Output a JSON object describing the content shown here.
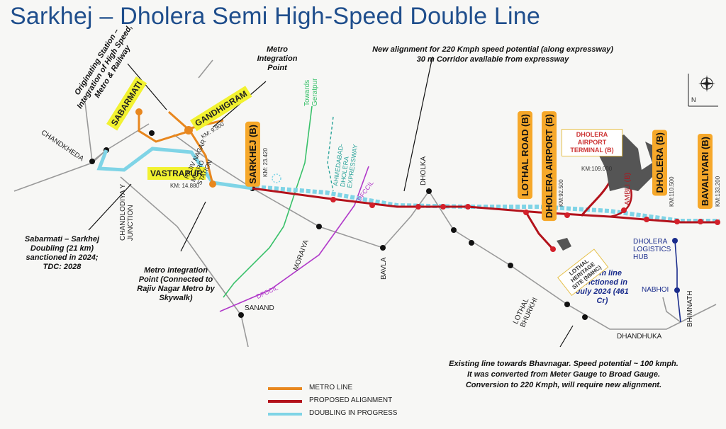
{
  "title": "Sarkhej – Dholera Semi High-Speed Double Line",
  "notes": {
    "originating": "Originating Station – Integration of High Speed, Metro & Railway",
    "metro_integration_top": "Metro Integration Point",
    "new_alignment_1": "New alignment for 220 Kmph speed potential (along expressway)",
    "new_alignment_2": "30 m Corridor available from expressway",
    "sabarmati_doubling": "Sabarmati – Sarkhej Doubling (21 km) sanctioned in 2024; TDC: 2028",
    "metro_integration_bottom": "Metro Integration Point (Connected to Rajiv Nagar Metro by Skywalk)",
    "sanctioned_line": "23 Km line sanctioned in July 2024 (461 Cr)",
    "existing_1": "Existing line towards Bhavnagar. Speed potential ~ 100 kmph.",
    "existing_2": "It was converted from Meter Gauge to Broad Gauge.",
    "existing_3": "Conversion to 220 Kmph, will require new alignment."
  },
  "stations": {
    "sabarmati": "SABARMATI",
    "gandhigram": "GANDHIGRAM",
    "gandhigram_km": "KM: 9.900",
    "vastrapur": "VASTRAPUR",
    "vastrapur_km": "KM: 14.880",
    "sarkhej": "SARKHEJ (B)",
    "sarkhej_km": "KM: 23.420",
    "lothal_road": "LOTHAL ROAD (B)",
    "dholera_airport": "DHOLERA AIRPORT (B)",
    "dholera_airport_km": "KM:92.500",
    "dholera_airport_terminal": "DHOLERA AIRPORT TERMINAL (B)",
    "terminal_km": "KM:109.000",
    "dholera": "DHOLERA (B)",
    "dholera_km": "KM:110.500",
    "bavaliyari": "BAVALIYARI (B)",
    "bavaliyari_km": "KM:133.200",
    "ambli": "AMBLI (B)"
  },
  "places": {
    "chandkheda": "CHANDKHEDA",
    "chandlodiya": "CHANDLODIYA Y JUNCTION",
    "rajiv_nagar": "RAJIV NAGAR METRO STATION",
    "towards_geratpur": "Towards Geratpur",
    "expressway": "AHMEDABAD-DHOLERA EXPRESSWAY",
    "dholka": "DHOLKA",
    "dfccil_1": "DFCCIL",
    "dfccil_2": "DFCCIL",
    "moraiya": "MORAIYA",
    "sanand": "SANAND",
    "bavla": "BAVLA",
    "lothal_bhurkhi": "LOTHAL BHURKHI",
    "lothal_heritage": "LOTHAL HERITAGE SITE (NMHC)",
    "dholera_logistics": "DHOLERA LOGISTICS HUB",
    "nabhoi": "NABHOI",
    "bhimnath": "BHIMNATH",
    "dhandhuka": "DHANDHUKA"
  },
  "legend": [
    {
      "label": "METRO LINE",
      "color": "#e8871e"
    },
    {
      "label": "PROPOSED ALIGNMENT",
      "color": "#b3121b"
    },
    {
      "label": "DOUBLING IN PROGRESS",
      "color": "#7fd4e6"
    }
  ],
  "colors": {
    "title": "#1f4e8c",
    "metro": "#e8871e",
    "proposed": "#b3121b",
    "doubling": "#7fd4e6",
    "rail": "#999999",
    "dfccil": "#b038c9",
    "geratpur": "#39c16a",
    "expressway": "#2aa39a",
    "station_badge": "#f2f230",
    "b_station": "#f6a82a"
  },
  "icons": {
    "compass": "compass-icon"
  }
}
